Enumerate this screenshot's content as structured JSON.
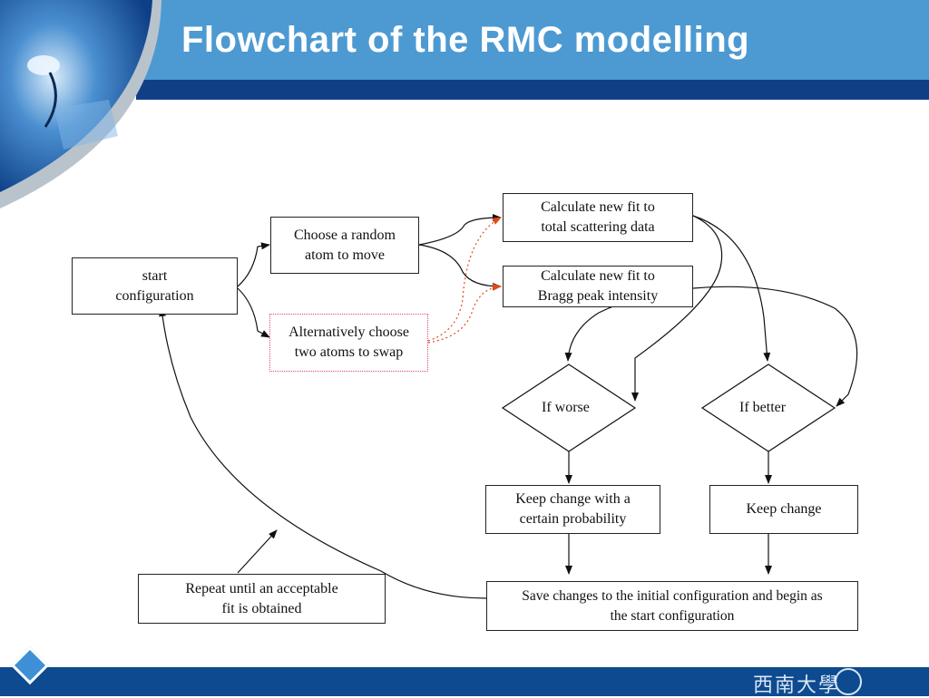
{
  "slide": {
    "title": "Flowchart of the RMC modelling"
  },
  "nodes": {
    "start": "start\nconfiguration",
    "choose_random": "Choose a random\natom to move",
    "swap": "Alternatively choose\ntwo atoms to swap",
    "calc_total": "Calculate new fit to\ntotal scattering data",
    "calc_bragg": "Calculate new fit to\nBragg peak intensity",
    "if_worse": "If worse",
    "if_better": "If better",
    "keep_prob": "Keep change with a\ncertain probability",
    "keep_change": "Keep change",
    "save": "Save changes to the initial configuration and begin as\nthe start configuration",
    "repeat": "Repeat until an acceptable\nfit is obtained"
  },
  "footer": {
    "logo_text": "西南大學"
  },
  "colors": {
    "title_bar": "#4d9ad2",
    "title_bar_dark": "#103f86",
    "footer": "#0e4a8f",
    "dotted_arrow": "#e04a1a"
  }
}
